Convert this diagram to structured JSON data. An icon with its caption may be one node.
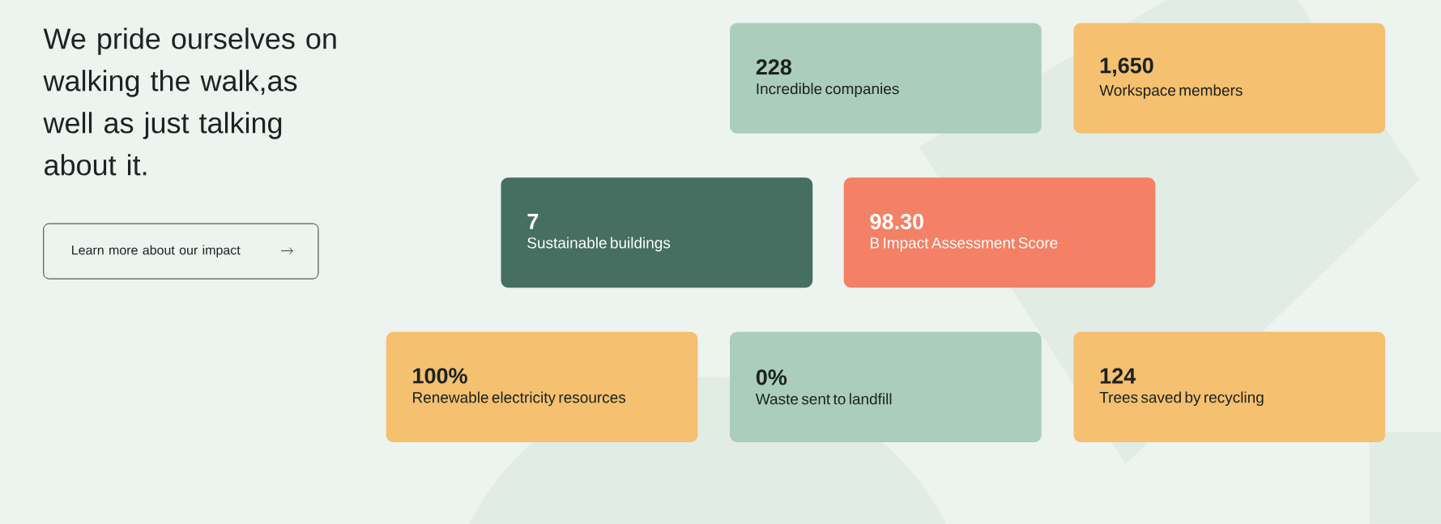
{
  "diagram": {
    "title": "We pride ourselves on walking the walk,as well as just talking about it.",
    "nodes": [
      {
        "text": [
          "Learn more about our impact"
        ]
      },
      {
        "text": [
          "228",
          "Incredible companies"
        ]
      },
      {
        "text": [
          "1,650",
          "Workspace members"
        ]
      },
      {
        "text": [
          "7",
          "Sustainable buildings"
        ]
      },
      {
        "text": [
          "98.30",
          "B Impact Assessment Score"
        ]
      },
      {
        "text": [
          "100%",
          "Renewable electricity resources"
        ]
      },
      {
        "text": [
          "0%",
          "Waste sent to landfill"
        ]
      },
      {
        "text": [
          "124",
          "Trees saved by recycling"
        ]
      }
    ]
  }
}
